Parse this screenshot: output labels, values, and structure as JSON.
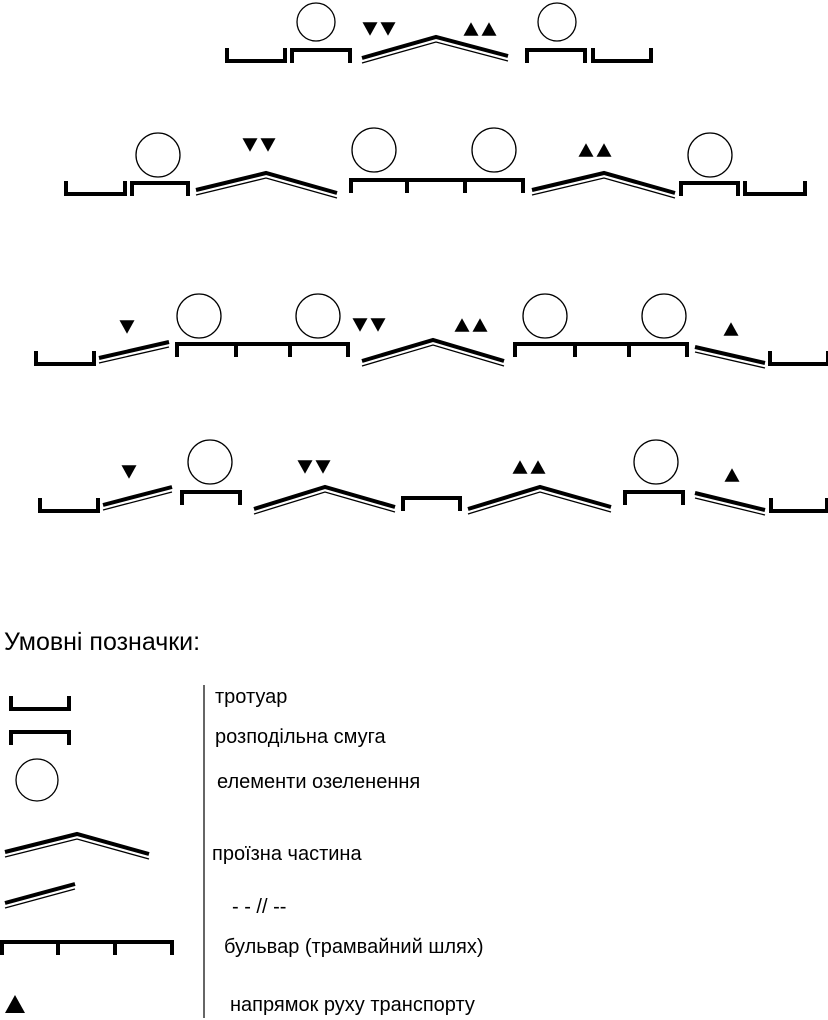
{
  "legend": {
    "title": "Умовні позначки:",
    "items": [
      {
        "key": "sidewalk",
        "icon": "sidewalk-symbol",
        "label": "тротуар"
      },
      {
        "key": "divider",
        "icon": "divider-strip-symbol",
        "label": "розподільна смуга"
      },
      {
        "key": "greenery",
        "icon": "tree-circle-symbol",
        "label": "елементи озеленення"
      },
      {
        "key": "roadway",
        "icon": "roadway-crown-symbol",
        "label": "проїзна частина"
      },
      {
        "key": "roadway_one",
        "icon": "roadway-slope-symbol",
        "label": "- - // --"
      },
      {
        "key": "boulevard",
        "icon": "boulevard-symbol",
        "label": "бульвар (трамвайний шлях)"
      },
      {
        "key": "direction",
        "icon": "direction-arrow-symbol",
        "label": "напрямок руху транспорту"
      }
    ]
  },
  "colors": {
    "ink": "#000000",
    "background": "#ffffff"
  }
}
